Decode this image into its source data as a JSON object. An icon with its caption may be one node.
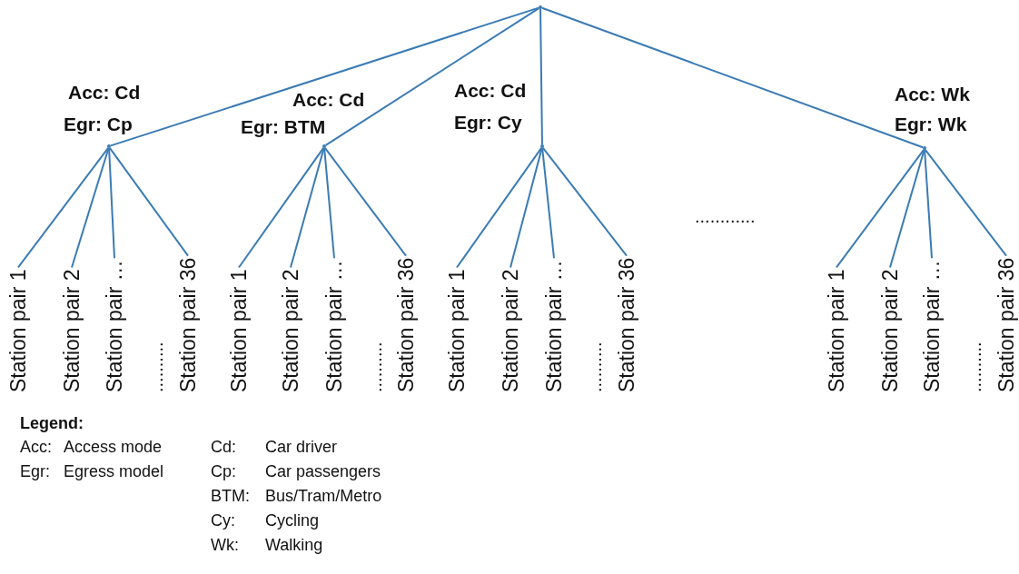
{
  "diagram": {
    "nodes": [
      {
        "text": [],
        "shape": "dot"
      },
      {
        "text": [],
        "shape": "dot",
        "beside": [
          "Acc: Cd",
          "Egr: Cp"
        ]
      },
      {
        "text": [
          "Station pair 1"
        ]
      },
      {
        "text": [
          "Station pair 2"
        ]
      },
      {
        "text": [
          "Station pair …"
        ]
      },
      {
        "text": [
          "Station pair 36"
        ]
      },
      {
        "text": [],
        "shape": "dot",
        "beside": [
          "Acc: Cd",
          "Egr: BTM"
        ]
      },
      {
        "text": [
          "Station pair 1"
        ]
      },
      {
        "text": [
          "Station pair 2"
        ]
      },
      {
        "text": [
          "Station pair …"
        ]
      },
      {
        "text": [
          "Station pair 36"
        ]
      },
      {
        "text": [],
        "shape": "dot",
        "beside": [
          "Acc: Cd",
          "Egr: Cy"
        ]
      },
      {
        "text": [
          "Station pair 1"
        ]
      },
      {
        "text": [
          "Station pair 2"
        ]
      },
      {
        "text": [
          "Station pair …"
        ]
      },
      {
        "text": [
          "Station pair 36"
        ]
      },
      {
        "text": [],
        "shape": "dot",
        "beside": [
          "Acc: Wk",
          "Egr: Wk"
        ]
      },
      {
        "text": [
          "Station pair 1"
        ]
      },
      {
        "text": [
          "Station pair 2"
        ]
      },
      {
        "text": [
          "Station pair …"
        ]
      },
      {
        "text": [
          "Station pair 36"
        ]
      }
    ],
    "edges": [
      {
        "from": 0,
        "to": 1,
        "arrow": "none"
      },
      {
        "from": 0,
        "to": 6,
        "arrow": "none"
      },
      {
        "from": 0,
        "to": 11,
        "arrow": "none"
      },
      {
        "from": 0,
        "to": 16,
        "arrow": "none"
      },
      {
        "from": 1,
        "to": 2,
        "arrow": "none"
      },
      {
        "from": 1,
        "to": 3,
        "arrow": "none"
      },
      {
        "from": 1,
        "to": 4,
        "arrow": "none"
      },
      {
        "from": 1,
        "to": 5,
        "arrow": "none"
      },
      {
        "from": 6,
        "to": 7,
        "arrow": "none"
      },
      {
        "from": 6,
        "to": 8,
        "arrow": "none"
      },
      {
        "from": 6,
        "to": 9,
        "arrow": "none"
      },
      {
        "from": 6,
        "to": 10,
        "arrow": "none"
      },
      {
        "from": 11,
        "to": 12,
        "arrow": "none"
      },
      {
        "from": 11,
        "to": 13,
        "arrow": "none"
      },
      {
        "from": 11,
        "to": 14,
        "arrow": "none"
      },
      {
        "from": 11,
        "to": 15,
        "arrow": "none"
      },
      {
        "from": 16,
        "to": 17,
        "arrow": "none"
      },
      {
        "from": 16,
        "to": 18,
        "arrow": "none"
      },
      {
        "from": 16,
        "to": 19,
        "arrow": "none"
      },
      {
        "from": 16,
        "to": 20,
        "arrow": "none"
      }
    ],
    "labels": [
      "............",
      "..........",
      "..........",
      "..........",
      "..........",
      "Legend:",
      "Acc:",
      "Access mode",
      "Cd:",
      "Car driver",
      "Egr:",
      "Egress model",
      "Cp:",
      "Car passengers",
      "BTM:",
      "Bus/Tram/Metro",
      "Cy:",
      "Cycling",
      "Wk:",
      "Walking"
    ]
  }
}
